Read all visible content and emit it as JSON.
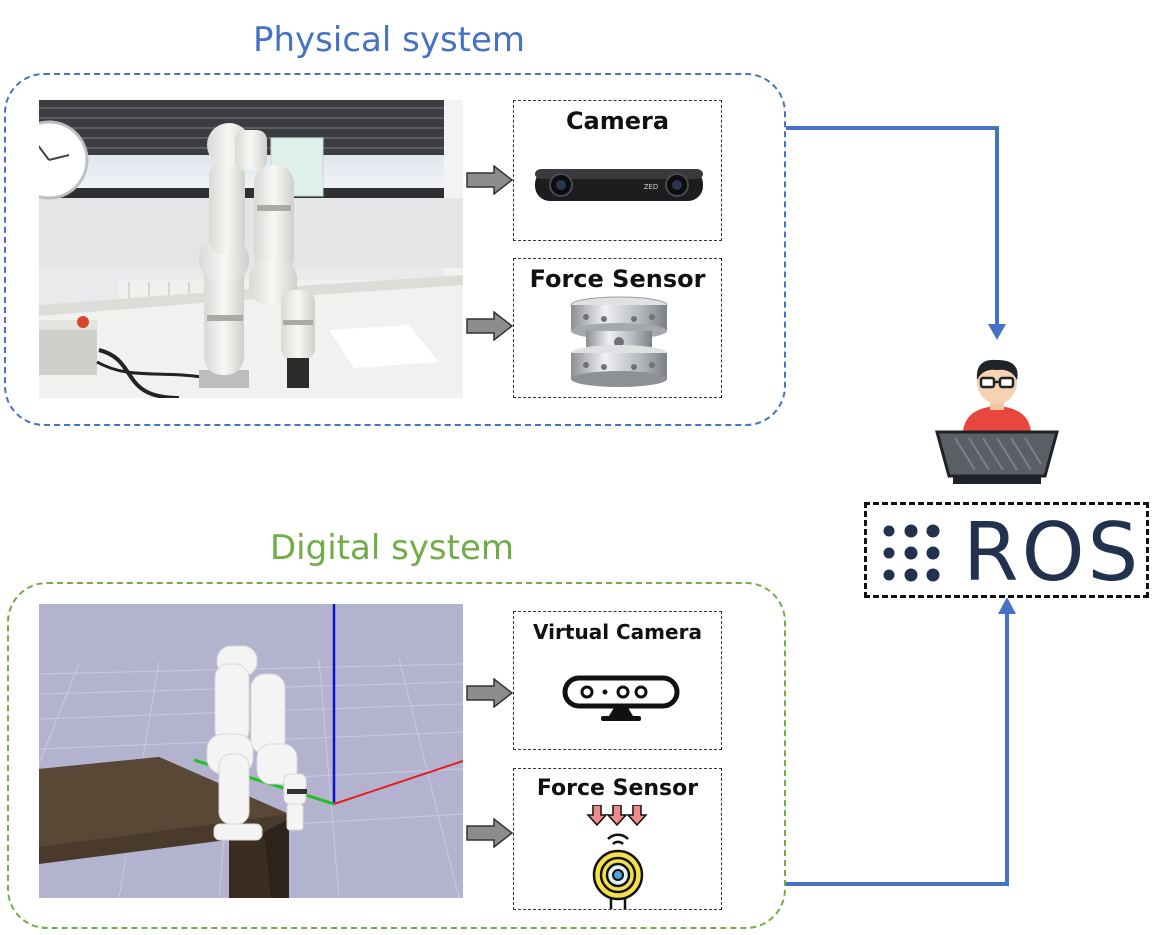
{
  "colors": {
    "physical": "#4472C4",
    "digital": "#70AD47",
    "connector": "#4472C4",
    "ros_text": "#22314E",
    "arrow_fill": "#8C8C8C"
  },
  "physical_system": {
    "title": "Physical system",
    "sensors": [
      {
        "label": "Camera",
        "icon": "stereo-camera-icon"
      },
      {
        "label": "Force Sensor",
        "icon": "load-cell-icon"
      }
    ]
  },
  "digital_system": {
    "title": "Digital system",
    "sensors": [
      {
        "label": "Virtual Camera",
        "icon": "depth-camera-icon"
      },
      {
        "label": "Force Sensor",
        "icon": "touch-sensor-icon"
      }
    ]
  },
  "ros": {
    "label": "ROS",
    "icon": "ros-dots-icon"
  },
  "operator": {
    "icon": "user-laptop-icon"
  },
  "camera_brand": "ZED"
}
